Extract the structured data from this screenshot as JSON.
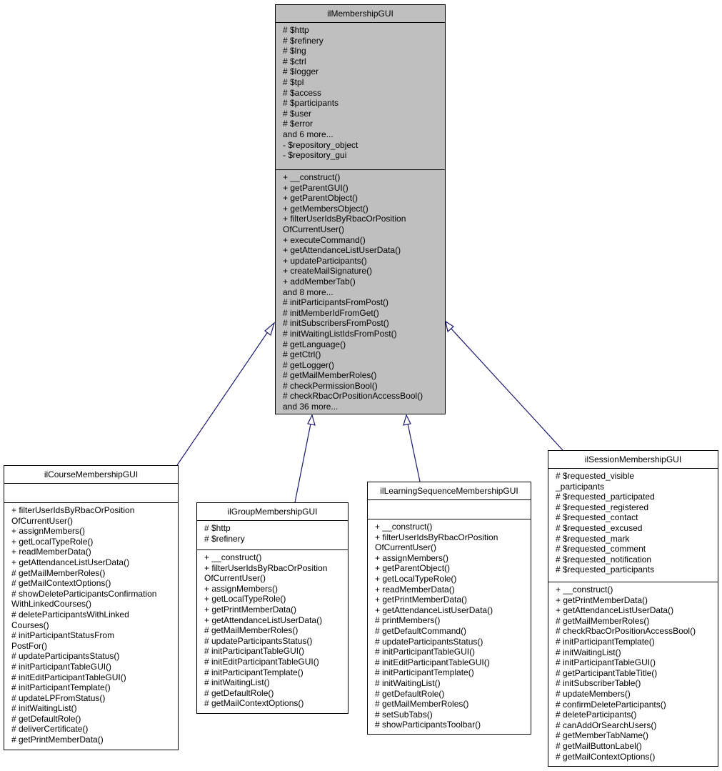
{
  "edge_color": "#191970",
  "base_fill": "#bfbfbf",
  "classes": {
    "base": {
      "name": "ilMembershipGUI",
      "attributes": [
        "# $http",
        "# $refinery",
        "# $lng",
        "# $ctrl",
        "# $logger",
        "# $tpl",
        "# $access",
        "# $participants",
        "# $user",
        "# $error",
        "and 6 more...",
        "- $repository_object",
        "- $repository_gui"
      ],
      "methods": [
        "+ __construct()",
        "+ getParentGUI()",
        "+ getParentObject()",
        "+ getMembersObject()",
        "+ filterUserIdsByRbacOrPosition",
        "OfCurrentUser()",
        "+ executeCommand()",
        "+ getAttendanceListUserData()",
        "+ updateParticipants()",
        "+ createMailSignature()",
        "+ addMemberTab()",
        "and 8 more...",
        "# initParticipantsFromPost()",
        "# initMemberIdFromGet()",
        "# initSubscribersFromPost()",
        "# initWaitingListIdsFromPost()",
        "# getLanguage()",
        "# getCtrl()",
        "# getLogger()",
        "# getMailMemberRoles()",
        "# checkPermissionBool()",
        "# checkRbacOrPositionAccessBool()",
        "and 36 more..."
      ]
    },
    "course": {
      "name": "ilCourseMembershipGUI",
      "attributes": [],
      "methods": [
        "+ filterUserIdsByRbacOrPosition",
        "OfCurrentUser()",
        "+ assignMembers()",
        "+ getLocalTypeRole()",
        "+ readMemberData()",
        "+ getAttendanceListUserData()",
        "# getMailMemberRoles()",
        "# getMailContextOptions()",
        "# showDeleteParticipantsConfirmation",
        "WithLinkedCourses()",
        "# deleteParticipantsWithLinked",
        "Courses()",
        "# initParticipantStatusFrom",
        "PostFor()",
        "# updateParticipantsStatus()",
        "# initParticipantTableGUI()",
        "# initEditParticipantTableGUI()",
        "# initParticipantTemplate()",
        "# updateLPFromStatus()",
        "# initWaitingList()",
        "# getDefaultRole()",
        "# deliverCertificate()",
        "# getPrintMemberData()"
      ]
    },
    "group": {
      "name": "ilGroupMembershipGUI",
      "attributes": [
        "# $http",
        "# $refinery"
      ],
      "methods": [
        "+ __construct()",
        "+ filterUserIdsByRbacOrPosition",
        "OfCurrentUser()",
        "+ assignMembers()",
        "+ getLocalTypeRole()",
        "+ getPrintMemberData()",
        "+ getAttendanceListUserData()",
        "# getMailMemberRoles()",
        "# updateParticipantsStatus()",
        "# initParticipantTableGUI()",
        "# initEditParticipantTableGUI()",
        "# initParticipantTemplate()",
        "# initWaitingList()",
        "# getDefaultRole()",
        "# getMailContextOptions()"
      ]
    },
    "lso": {
      "name": "ilLearningSequenceMembershipGUI",
      "attributes": [],
      "methods": [
        "+ __construct()",
        "+ filterUserIdsByRbacOrPosition",
        "OfCurrentUser()",
        "+ assignMembers()",
        "+ getParentObject()",
        "+ getLocalTypeRole()",
        "+ readMemberData()",
        "+ getPrintMemberData()",
        "+ getAttendanceListUserData()",
        "# printMembers()",
        "# getDefaultCommand()",
        "# updateParticipantsStatus()",
        "# initParticipantTableGUI()",
        "# initEditParticipantTableGUI()",
        "# initParticipantTemplate()",
        "# initWaitingList()",
        "# getDefaultRole()",
        "# getMailMemberRoles()",
        "# setSubTabs()",
        "# showParticipantsToolbar()"
      ]
    },
    "session": {
      "name": "ilSessionMembershipGUI",
      "attributes": [
        "# $requested_visible",
        "_participants",
        "# $requested_participated",
        "# $requested_registered",
        "# $requested_contact",
        "# $requested_excused",
        "# $requested_mark",
        "# $requested_comment",
        "# $requested_notification",
        "# $requested_participants"
      ],
      "methods": [
        "+ __construct()",
        "+ getPrintMemberData()",
        "+ getAttendanceListUserData()",
        "# getMailMemberRoles()",
        "# checkRbacOrPositionAccessBool()",
        "# initParticipantTemplate()",
        "# initWaitingList()",
        "# initParticipantTableGUI()",
        "# getParticipantTableTitle()",
        "# initSubscriberTable()",
        "# updateMembers()",
        "# confirmDeleteParticipants()",
        "# deleteParticipants()",
        "# canAddOrSearchUsers()",
        "# getMemberTabName()",
        "# getMailButtonLabel()",
        "# getMailContextOptions()"
      ]
    }
  }
}
